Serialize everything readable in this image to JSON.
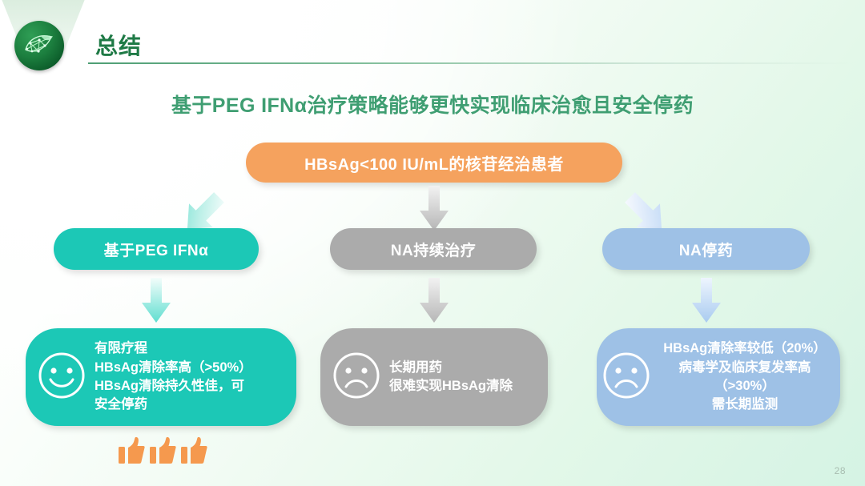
{
  "header": {
    "title": "总结",
    "logo_icon": "leaf-network-logo-icon"
  },
  "subtitle": "基于PEG IFNα治疗策略能够更快实现临床治愈且安全停药",
  "flow": {
    "top_node": {
      "label": "HBsAg<100 IU/mL的核苷经治患者",
      "color": "#f5a25e"
    },
    "branches": [
      {
        "id": "peg-ifna",
        "mid_label": "基于PEG IFNα",
        "mid_color": "#1cc8b6",
        "face_icon": "smiley-happy-icon",
        "outcome_lines": "有限疗程\nHBsAg清除率高（>50%）\nHBsAg清除持久性佳，可\n安全停药",
        "outcome_color": "#1cc8b6"
      },
      {
        "id": "na-continued",
        "mid_label": "NA持续治疗",
        "mid_color": "#ababab",
        "face_icon": "smiley-sad-icon",
        "outcome_lines": "长期用药\n很难实现HBsAg清除",
        "outcome_color": "#ababab"
      },
      {
        "id": "na-stopped",
        "mid_label": "NA停药",
        "mid_color": "#9ec1e6",
        "face_icon": "smiley-sad-icon",
        "outcome_lines": "HBsAg清除率较低（20%）\n病毒学及临床复发率高\n（>30%）\n需长期监测",
        "outcome_color": "#9ec1e6"
      }
    ],
    "arrows": {
      "left_diagonal_icon": "arrow-down-left-icon",
      "center_vertical_icon": "arrow-down-icon",
      "right_diagonal_icon": "arrow-down-right-icon"
    }
  },
  "thumbs_up": {
    "icon": "thumbs-up-icon",
    "count": 3,
    "color": "#f5994e"
  },
  "page_number": "28"
}
